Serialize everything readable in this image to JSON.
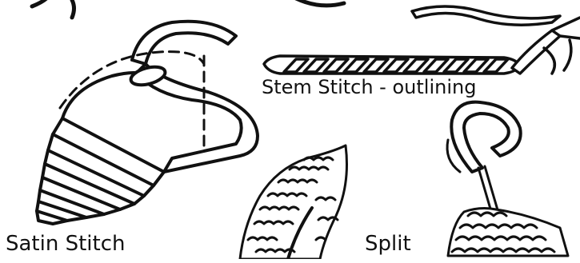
{
  "labels": {
    "stem": "Stem Stitch - outlining",
    "satin": "Satin Stitch",
    "split": "Split"
  },
  "colors": {
    "ink": "#111111",
    "paper": "#ffffff"
  },
  "illustrations": [
    {
      "name": "satin-stitch-illustration",
      "depicts": "needle wrapping parallel satin stitches around a cone shape"
    },
    {
      "name": "stem-stitch-illustration",
      "depicts": "needle working a twisted rope of stem stitches"
    },
    {
      "name": "split-stitch-illustration",
      "depicts": "needle piercing through chained split stitches"
    },
    {
      "name": "textured-stitch-illustration",
      "depicts": "dense bumpy textured stitch band"
    }
  ]
}
